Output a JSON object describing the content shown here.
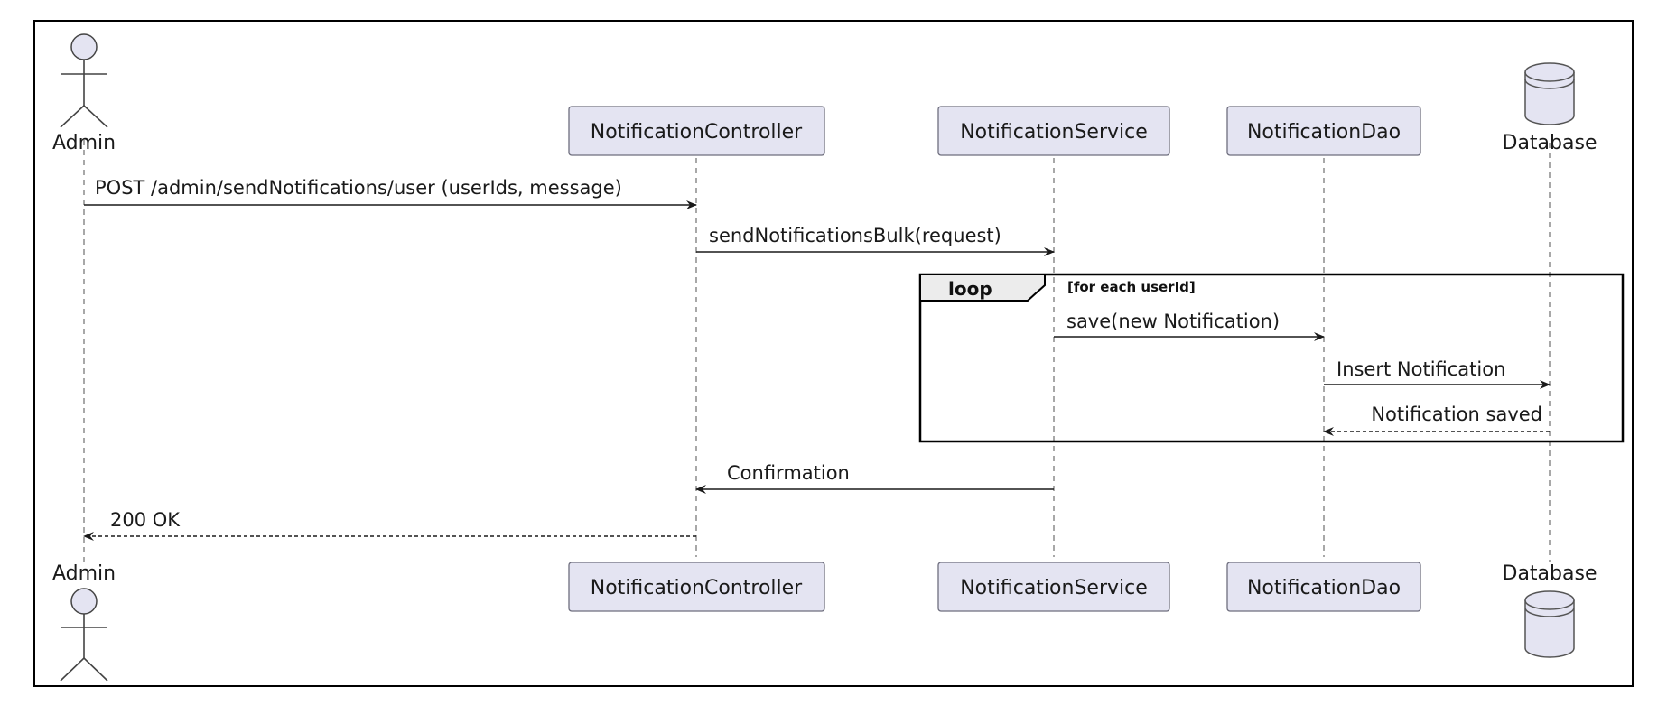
{
  "participants": {
    "admin": "Admin",
    "controller": "NotificationController",
    "service": "NotificationService",
    "dao": "NotificationDao",
    "database": "Database"
  },
  "messages": {
    "m1": "POST /admin/sendNotifications/user (userIds, message)",
    "m2": "sendNotificationsBulk(request)",
    "m3": "save(new Notification)",
    "m4": "Insert Notification",
    "m5": "Notification saved",
    "m6": "Confirmation",
    "m7": "200 OK"
  },
  "loop": {
    "keyword": "loop",
    "guard": "[for each userId]"
  },
  "colors": {
    "participant_fill": "#e4e4f2",
    "border": "#000000"
  }
}
